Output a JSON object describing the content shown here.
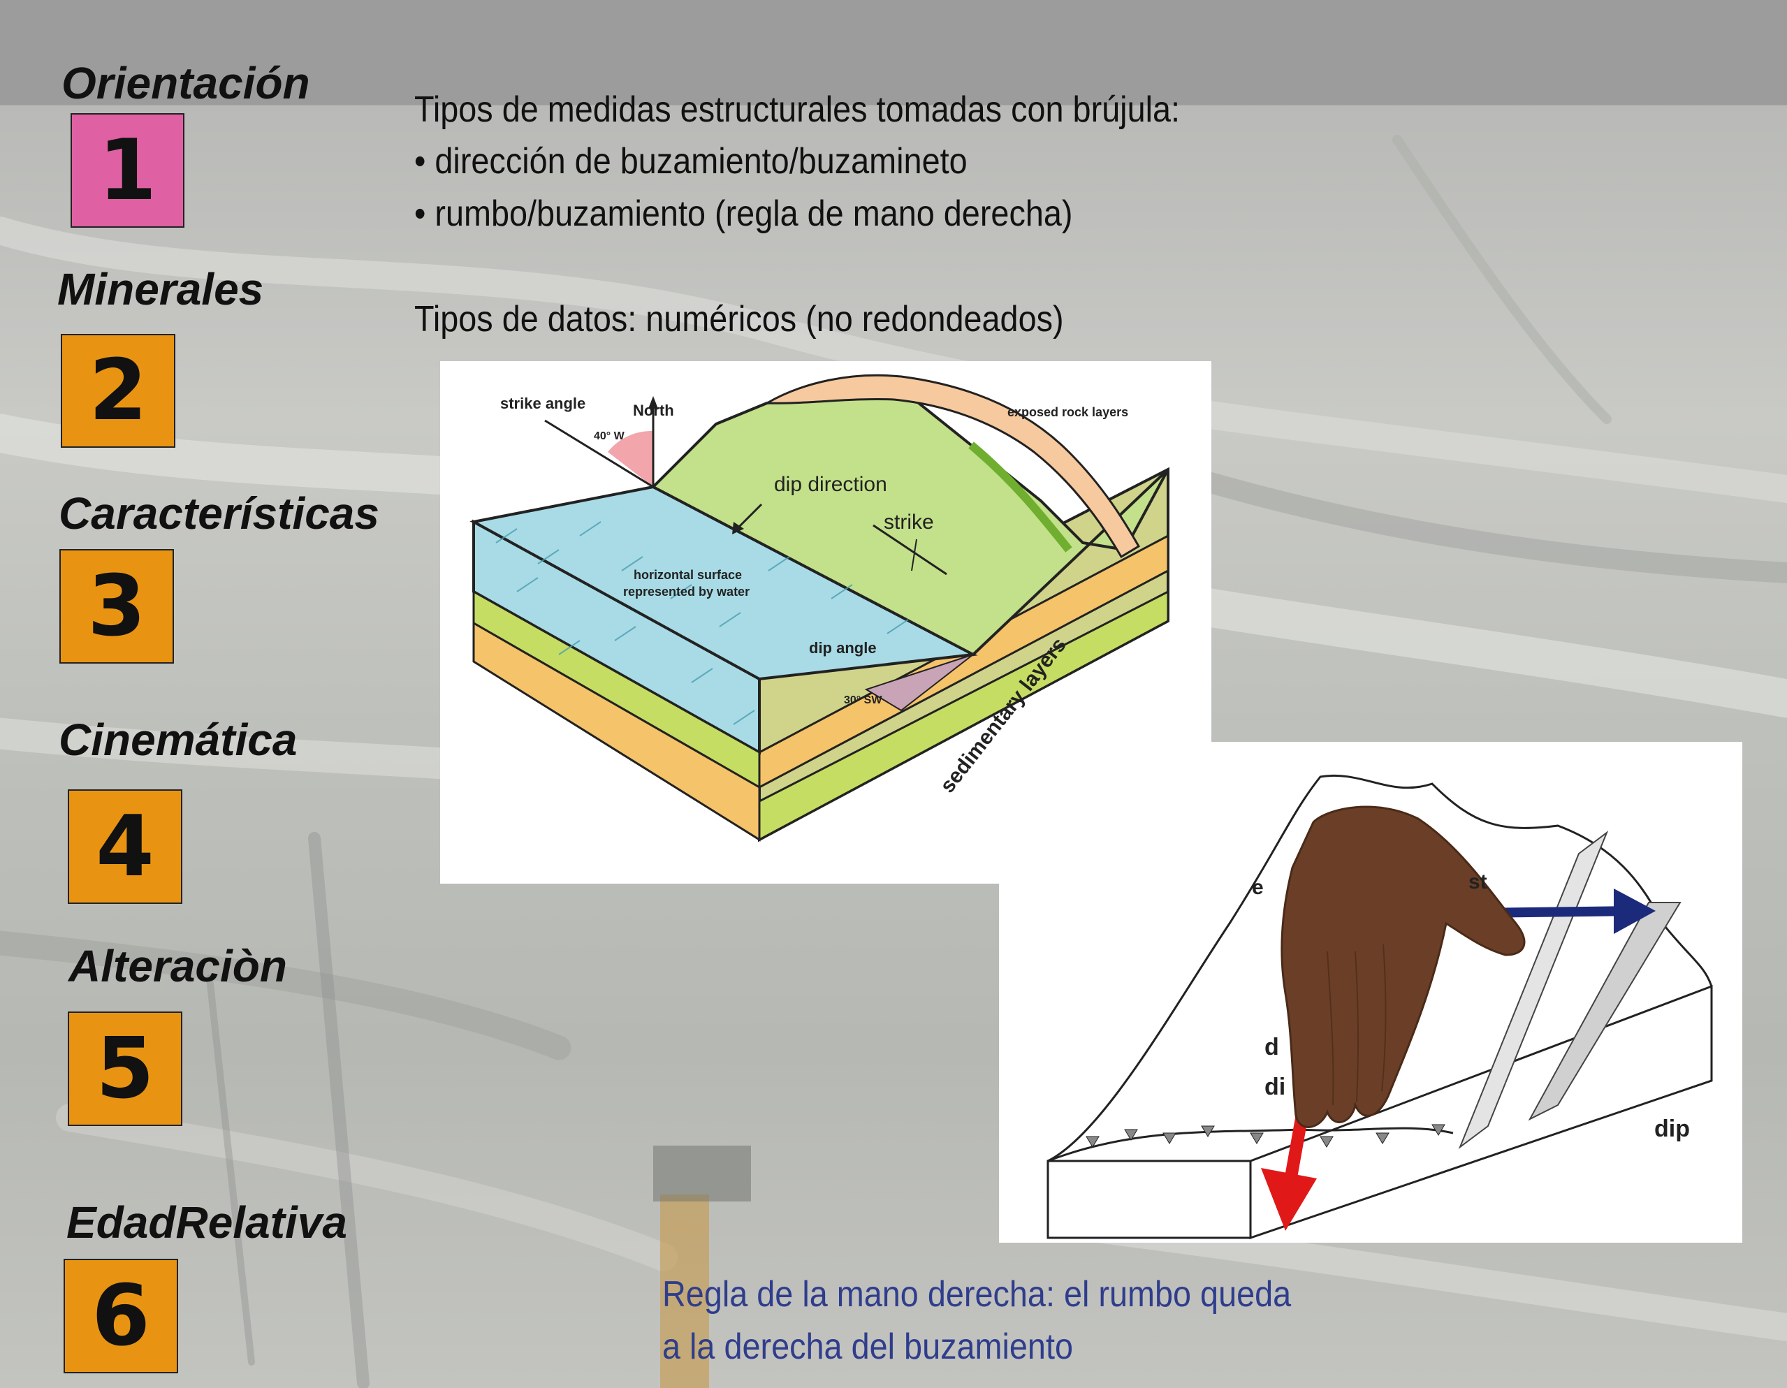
{
  "categories": [
    {
      "label": "Orientación",
      "number": "1",
      "color": "#e060a4"
    },
    {
      "label": "Minerales",
      "number": "2",
      "color": "#e89412"
    },
    {
      "label": "Características",
      "number": "3",
      "color": "#e89412"
    },
    {
      "label": "Cinemática",
      "number": "4",
      "color": "#e89412"
    },
    {
      "label": "Alteraciòn",
      "number": "5",
      "color": "#e89412"
    },
    {
      "label": "EdadRelativa",
      "number": "6",
      "color": "#e89412"
    }
  ],
  "intro": {
    "line1": "Tipos de medidas estructurales tomadas con brújula:",
    "line2": "• dirección de buzamiento/buzamineto",
    "line3": "• rumbo/buzamiento (regla de mano derecha)",
    "line4": "Tipos de datos: numéricos (no redondeados)"
  },
  "block_diagram": {
    "strike_angle": "strike angle",
    "north": "North",
    "angle_40w": "40° W",
    "exposed": "exposed rock layers",
    "dip_direction": "dip direction",
    "strike": "strike",
    "horizontal1": "horizontal surface",
    "horizontal2": "represented by water",
    "dip_angle": "dip angle",
    "angle_30sw": "30° SW",
    "sedimentary": "sedimentary layers"
  },
  "hand_diagram": {
    "dip": "dip",
    "partial_e": "e",
    "partial_st": "st",
    "partial_d": "d",
    "partial_di": "di"
  },
  "caption": {
    "line1": "Regla de la mano derecha: el rumbo queda",
    "line2": "a la derecha del buzamiento"
  },
  "colors": {
    "pink": "#e060a4",
    "orange": "#e89412",
    "water": "#a8dbe6",
    "green": "#c3e08a",
    "caption_blue": "#2f3d8c"
  }
}
